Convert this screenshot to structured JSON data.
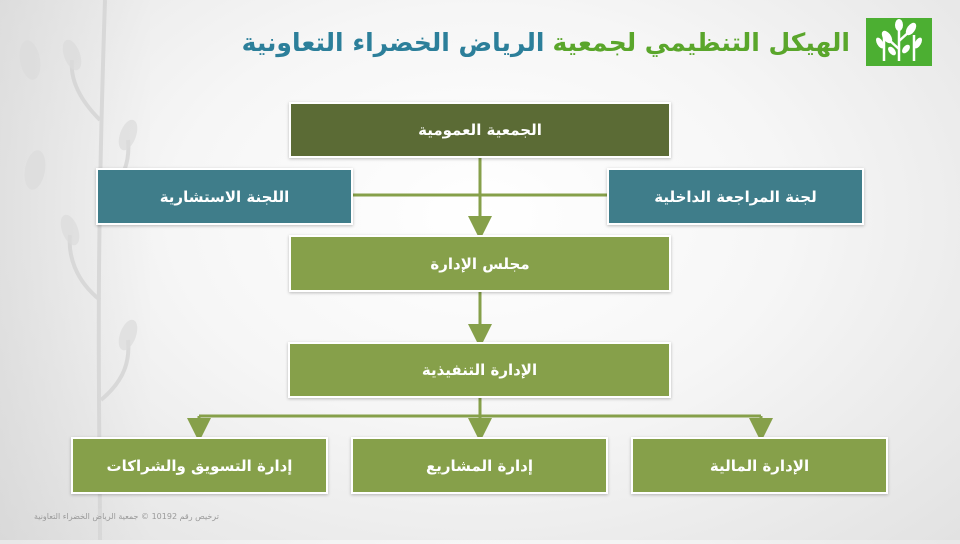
{
  "title": {
    "part1": "الهيكل التنظيمي لجمعية",
    "part2": "الرياض الخضراء التعاونية"
  },
  "logo": {
    "icon": "tree-leaves-icon",
    "color": "#4caf32"
  },
  "colors": {
    "title_green": "#5aa62b",
    "title_blue": "#2c7f9a",
    "dark_green": "#5b6b35",
    "teal": "#3f7d8a",
    "green": "#86a04a",
    "connector": "#86a04a"
  },
  "org": {
    "general_assembly": "الجمعية العمومية",
    "advisory_committee": "اللجنة الاستشارية",
    "internal_audit_committee": "لجنة المراجعة الداخلية",
    "board_of_directors": "مجلس الإدارة",
    "executive_management": "الإدارة التنفيذية",
    "departments": [
      "إدارة التسويق والشراكات",
      "إدارة المشاريع",
      "الإدارة المالية"
    ]
  },
  "footer": "ترخيص رقم 10192 © جمعية الرياض الخضراء التعاونية"
}
